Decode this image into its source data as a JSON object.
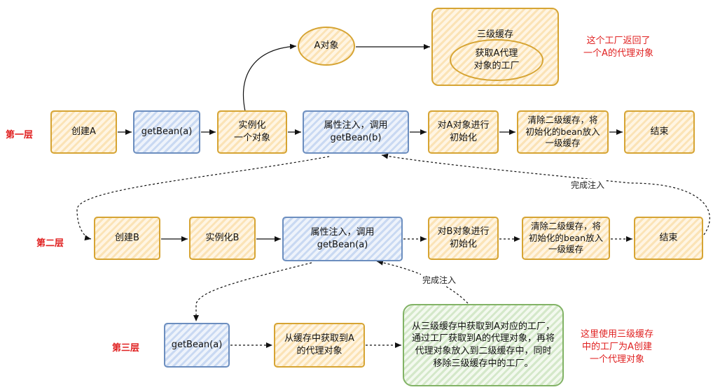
{
  "layers": {
    "l1": "第一层",
    "l2": "第二层",
    "l3": "第三层"
  },
  "notes": {
    "factory_return": "这个工厂返回了\n一个A的代理对象",
    "third_level_use": "这里使用三级缓存\n中的工厂为A创建\n一个代理对象"
  },
  "edge_labels": {
    "done1": "完成注入",
    "done2": "完成注入"
  },
  "row1": {
    "create_a": "创建A",
    "getbean_a": "getBean(a)",
    "instantiate": "实例化\n一个对象",
    "inject": "属性注入，调用\ngetBean(b)",
    "init_a": "对A对象进行\n初始化",
    "clear": "清除二级缓存，将\n初始化的bean放入\n一级缓存",
    "end": "结束"
  },
  "top": {
    "a_object": "A对象",
    "cache3_title": "三级缓存",
    "cache3_inner": "获取A代理\n对象的工厂"
  },
  "row2": {
    "create_b": "创建B",
    "instantiate_b": "实例化B",
    "inject": "属性注入，调用\ngetBean(a)",
    "init_b": "对B对象进行\n初始化",
    "clear": "清除二级缓存，将\n初始化的bean放入\n一级缓存",
    "end": "结束"
  },
  "row3": {
    "getbean_a": "getBean(a)",
    "from_cache": "从缓存中获取到A\n的代理对象",
    "desc": "从三级缓存中获取到A对应的工厂，通过工厂获取到A的代理对象，再将代理对象放入到二级缓存中，同时移除三级缓存中的工厂。"
  },
  "colors": {
    "yellow_border": "#d6a433",
    "blue_border": "#6c8ebf",
    "green_border": "#82b366",
    "red": "#e02020"
  }
}
